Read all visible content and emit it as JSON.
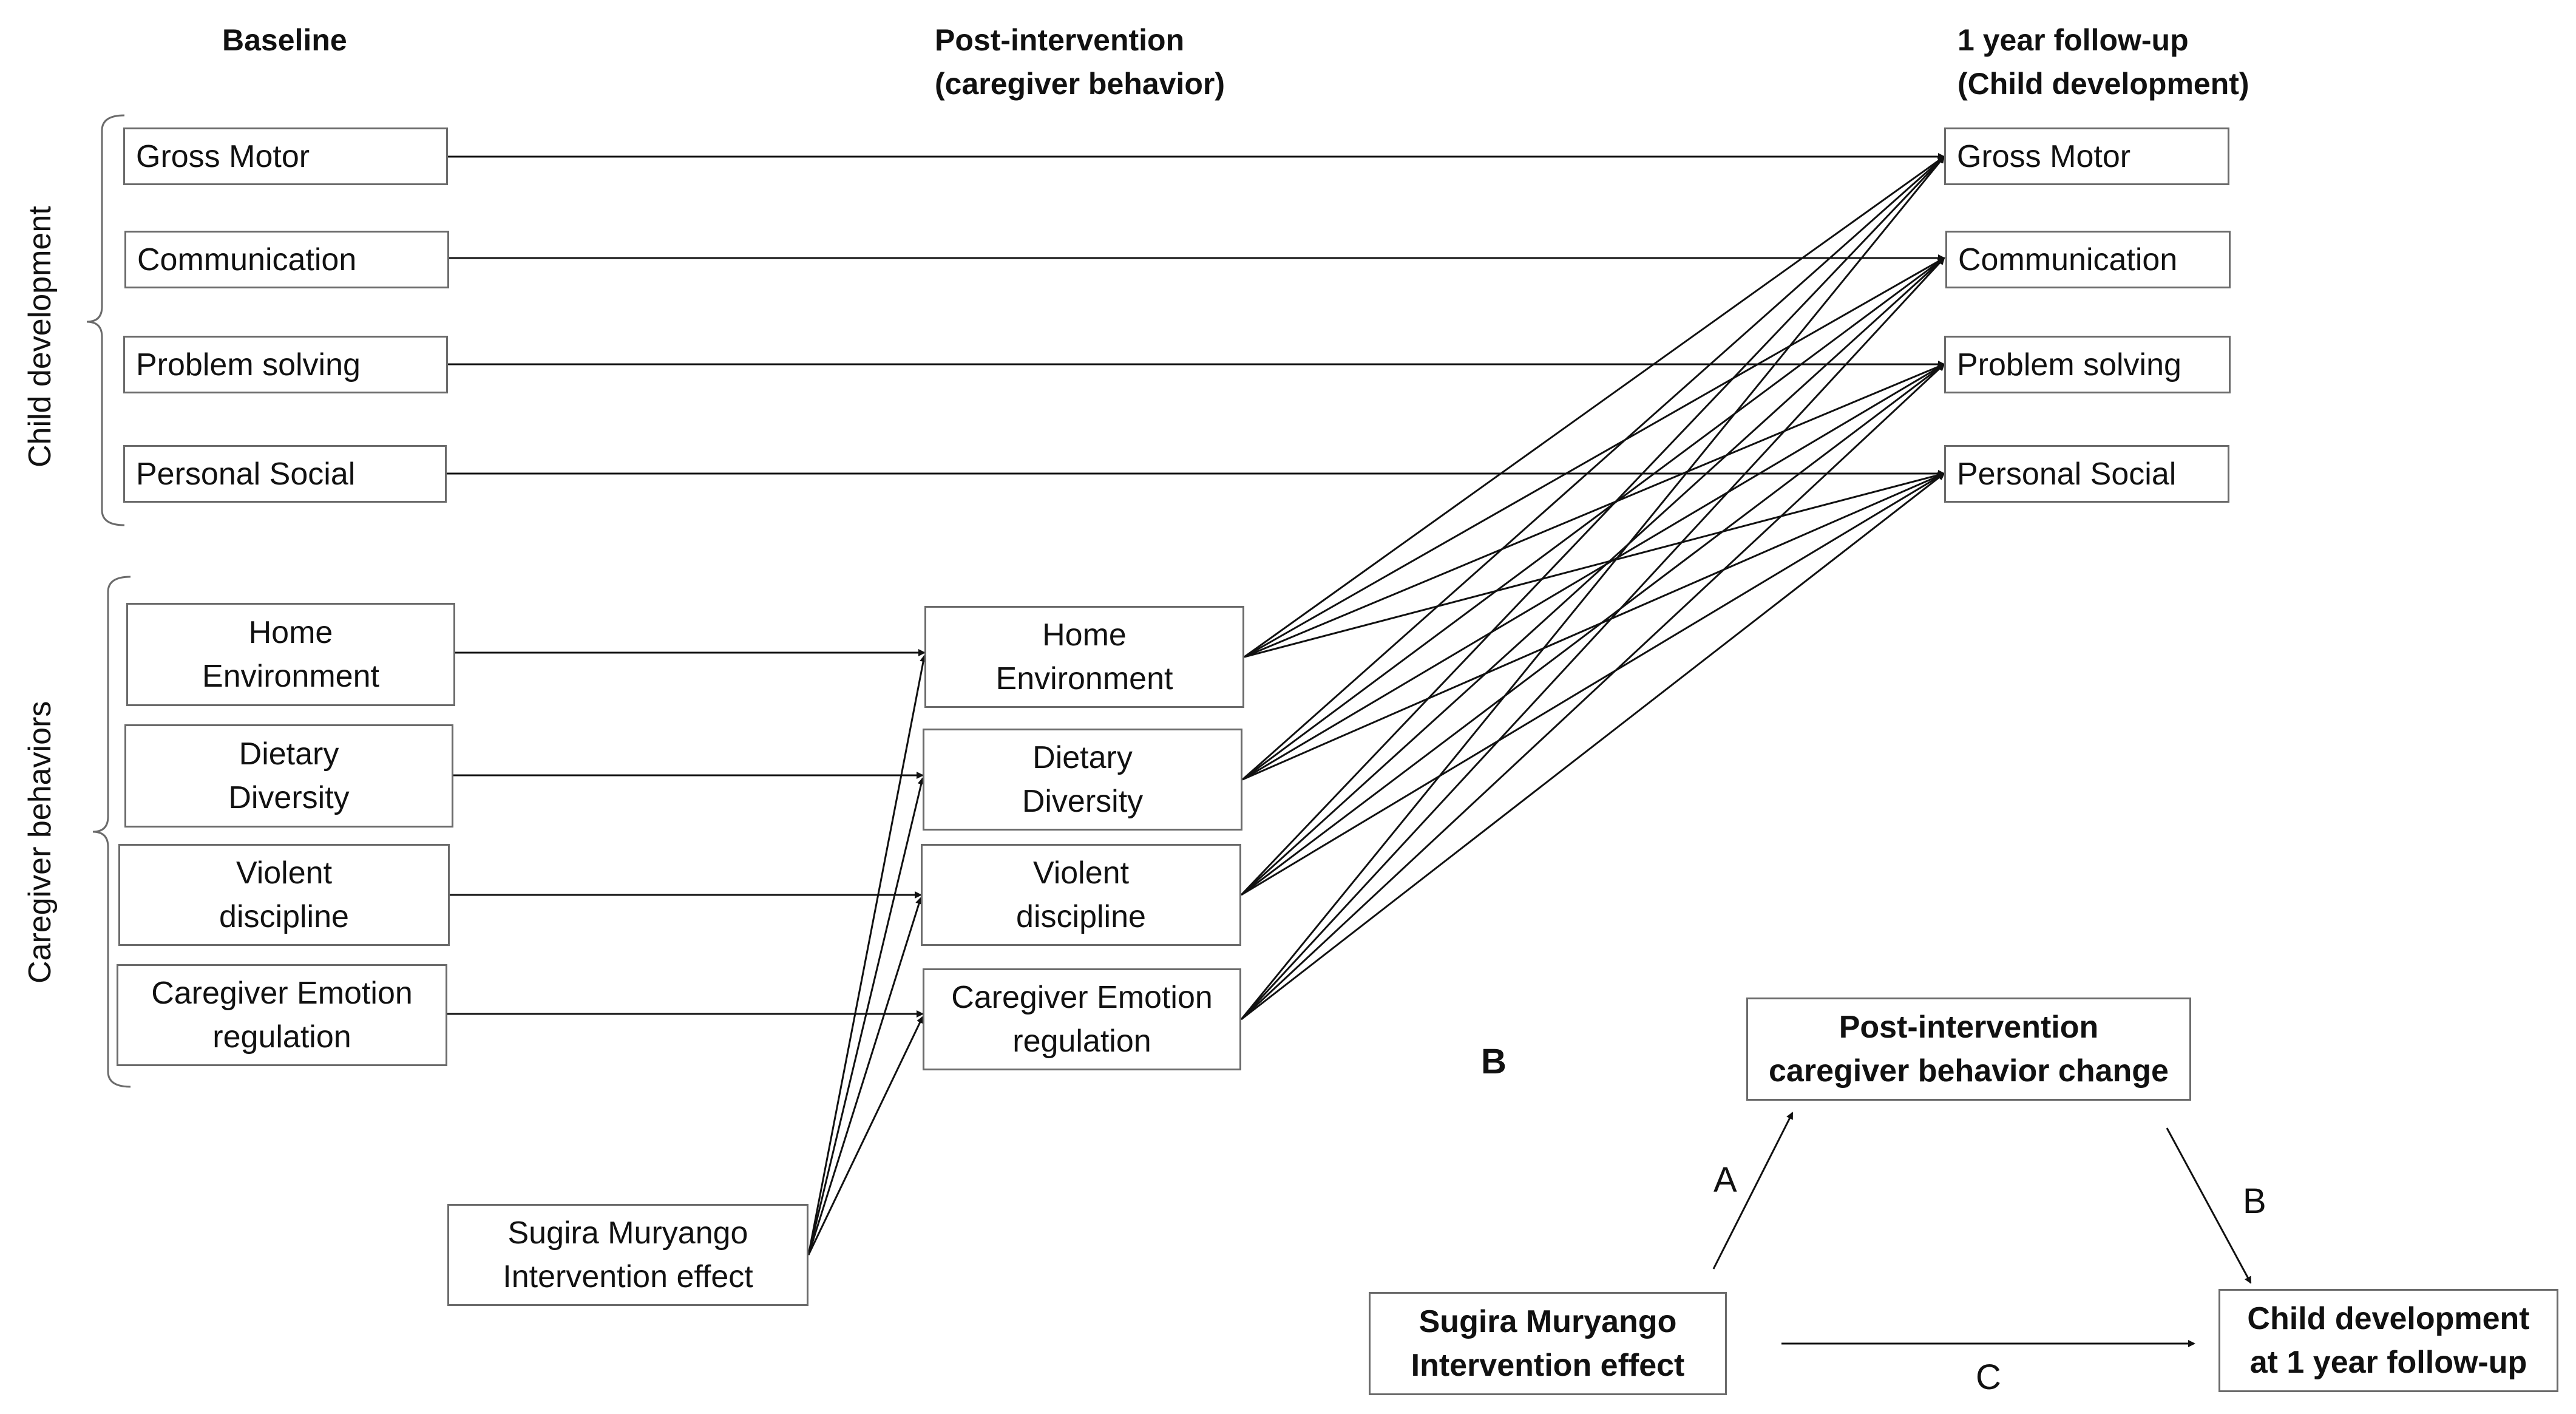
{
  "headings": {
    "baseline": "Baseline",
    "post_line1": "Post-intervention",
    "post_line2": "(caregiver behavior)",
    "follow_line1": "1 year follow-up",
    "follow_line2": "(Child development)"
  },
  "group_labels": {
    "child_development": "Child development",
    "caregiver_behaviors": "Caregiver behaviors"
  },
  "baseline_child": [
    "Gross Motor",
    "Communication",
    "Problem solving",
    "Personal Social"
  ],
  "followup_child": [
    "Gross Motor",
    "Communication",
    "Problem solving",
    "Personal Social"
  ],
  "baseline_caregiver": [
    "Home\nEnvironment",
    "Dietary\nDiversity",
    "Violent\ndiscipline",
    "Caregiver Emotion\nregulation"
  ],
  "post_caregiver": [
    "Home\nEnvironment",
    "Dietary\nDiversity",
    "Violent\ndiscipline",
    "Caregiver Emotion\nregulation"
  ],
  "intervention": "Sugira Muryango\nIntervention effect",
  "panel_b": {
    "label": "B",
    "mediator": "Post-intervention\ncaregiver behavior change",
    "exposure": "Sugira Muryango\nIntervention effect",
    "outcome": "Child development\nat  1 year follow-up",
    "path_a": "A",
    "path_b": "B",
    "path_c": "C"
  },
  "colors": {
    "line": "#111111",
    "border": "#6b6b6b"
  }
}
